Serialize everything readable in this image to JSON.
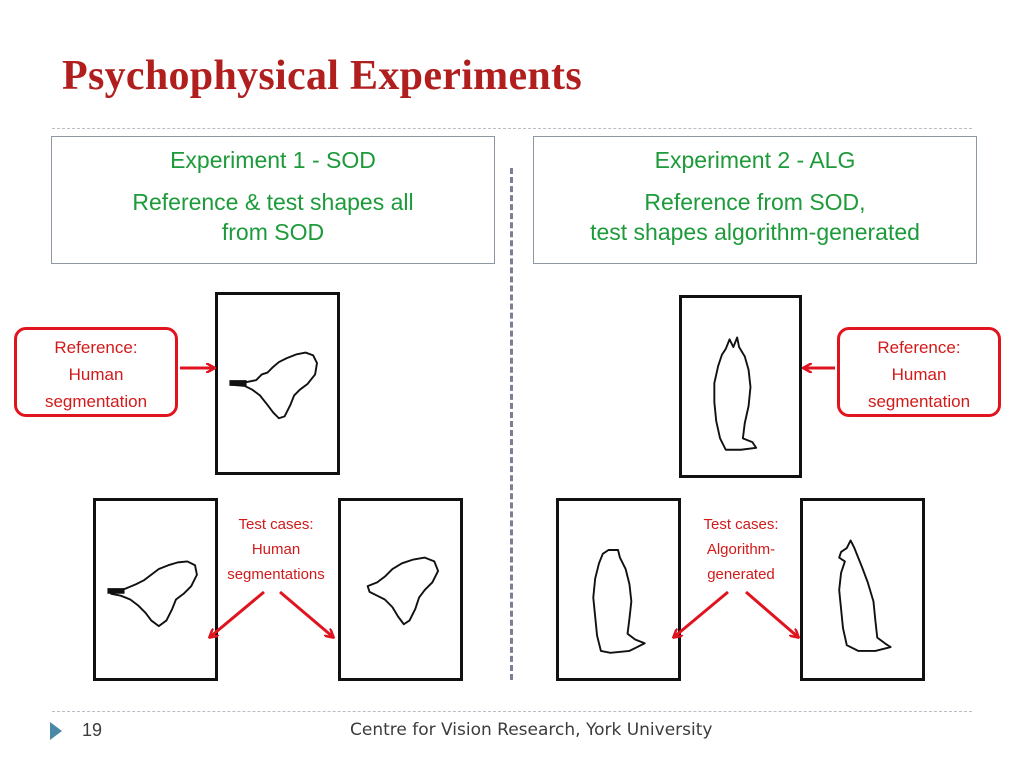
{
  "slide": {
    "title": "Psychophysical Experiments",
    "accent_color": "#b01e1e",
    "text_green": "#1d9a3a",
    "callout_red": "#e0141e"
  },
  "experiment1": {
    "heading": "Experiment 1 - SOD",
    "description_line1": "Reference & test shapes all",
    "description_line2": "from SOD"
  },
  "experiment2": {
    "heading": "Experiment 2 - ALG",
    "description_line1": "Reference from SOD,",
    "description_line2": "test shapes algorithm-generated"
  },
  "left_panel": {
    "reference_callout": [
      "Reference:",
      "Human",
      "segmentation"
    ],
    "test_label": [
      "Test cases:",
      "Human",
      "segmentations"
    ]
  },
  "right_panel": {
    "reference_callout": [
      "Reference:",
      "Human",
      "segmentation"
    ],
    "test_label": [
      "Test cases:",
      "Algorithm-",
      "generated"
    ]
  },
  "footer": {
    "page_number": "19",
    "text": "Centre for Vision Research, York University"
  }
}
